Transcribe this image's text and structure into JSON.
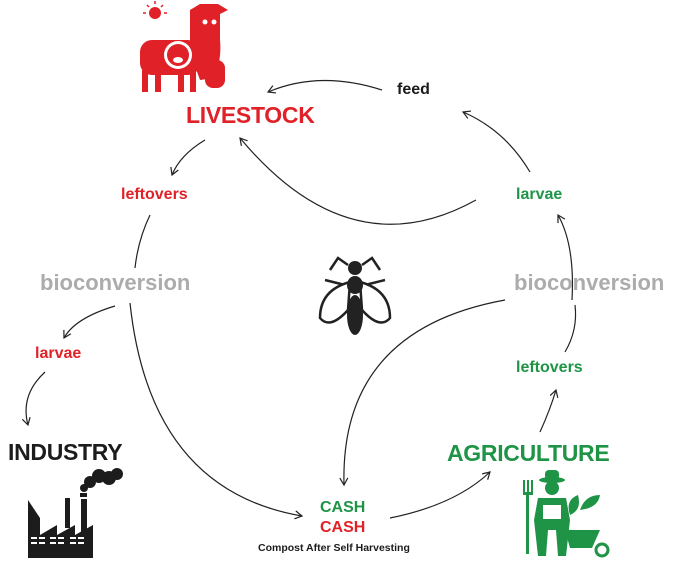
{
  "nodes": {
    "livestock": "LIVESTOCK",
    "industry": "INDUSTRY",
    "agriculture": "AGRICULTURE",
    "feed": "feed",
    "leftovers_livestock": "leftovers",
    "bioconversion_left": "bioconversion",
    "larvae_industry": "larvae",
    "larvae_feed": "larvae",
    "bioconversion_right": "bioconversion",
    "leftovers_agriculture": "leftovers",
    "cash_green": "CASH",
    "cash_red": "CASH",
    "compost": "Compost After Self Harvesting"
  },
  "colors": {
    "red": "#e02128",
    "green": "#1f9447",
    "gray": "#acacac",
    "black": "#1c1c1c"
  },
  "icons": [
    "livestock-icon",
    "fly-icon",
    "factory-icon",
    "farmer-icon"
  ]
}
